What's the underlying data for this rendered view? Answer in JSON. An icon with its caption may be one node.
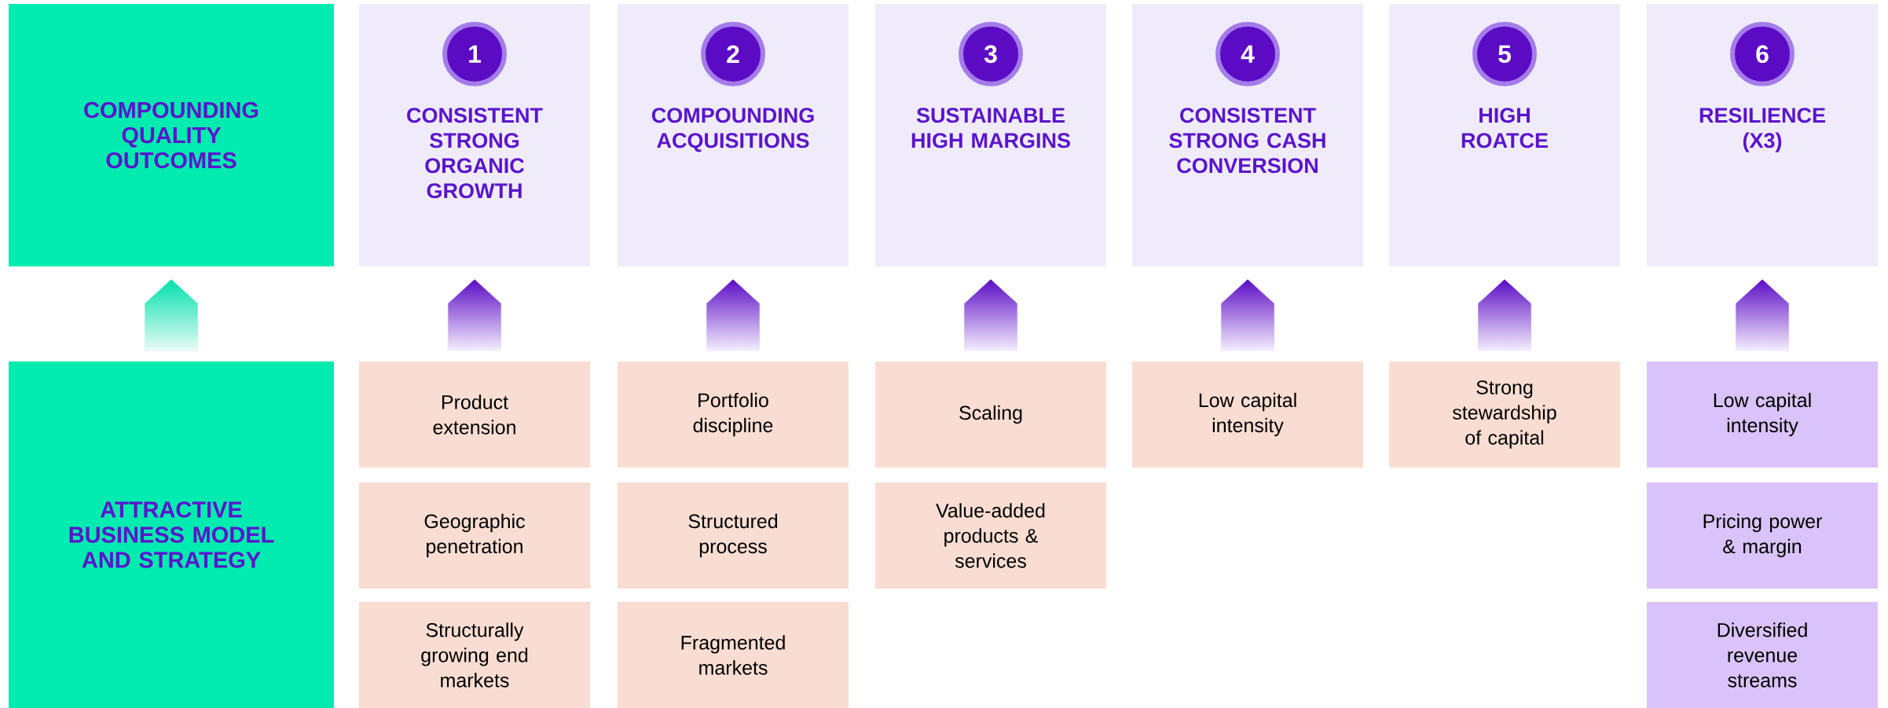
{
  "diagram": {
    "nodes": [
      {
        "text": [
          "COMPOUNDING QUALITY OUTCOMES"
        ]
      },
      {
        "text": [
          "CONSISTENT STRONG ORGANIC GROWTH"
        ]
      },
      {
        "text": [
          "1"
        ],
        "in": 1
      },
      {
        "text": [
          "COMPOUNDING ACQUISITIONS"
        ]
      },
      {
        "text": [
          "2"
        ],
        "in": 3
      },
      {
        "text": [
          "SUSTAINABLE HIGH MARGINS"
        ]
      },
      {
        "text": [
          "3"
        ],
        "in": 5
      },
      {
        "text": [
          "CONSISTENT STRONG CASH CONVERSION"
        ]
      },
      {
        "text": [
          "4"
        ],
        "in": 7
      },
      {
        "text": [
          "HIGH ROATCE"
        ]
      },
      {
        "text": [
          "5"
        ],
        "in": 9
      },
      {
        "text": [
          "RESILIENCE (X3)"
        ]
      },
      {
        "text": [
          "6"
        ],
        "in": 11
      },
      {
        "text": [
          "ATTRACTIVE BUSINESS MODEL AND STRATEGY"
        ]
      },
      {
        "text": [
          "Product extension"
        ]
      },
      {
        "text": [
          "Portfolio discipline"
        ]
      },
      {
        "text": [
          "Scaling"
        ]
      },
      {
        "text": [
          "Low capital intensity"
        ]
      },
      {
        "text": [
          "Strong stewardship of capital"
        ]
      },
      {
        "text": [
          "Low capital intensity"
        ]
      },
      {
        "text": [
          "Geographic penetration"
        ]
      },
      {
        "text": [
          "Structured process"
        ]
      },
      {
        "text": [
          "Value-added products & services"
        ]
      },
      {
        "text": [
          "Pricing power & margin"
        ]
      },
      {
        "text": [
          "Structurally growing end markets"
        ]
      },
      {
        "text": [
          "Fragmented markets"
        ]
      },
      {
        "text": [
          "Diversified revenue streams"
        ]
      }
    ],
    "edges": [
      {
        "from": 13,
        "to": 0,
        "arrow": "to",
        "color": "#00e0ac"
      },
      {
        "from": 14,
        "to": 1,
        "arrow": "to"
      },
      {
        "from": 15,
        "to": 3,
        "arrow": "to"
      },
      {
        "from": 16,
        "to": 5,
        "arrow": "to"
      },
      {
        "from": 17,
        "to": 7,
        "arrow": "to"
      },
      {
        "from": 18,
        "to": 9,
        "arrow": "to"
      },
      {
        "from": 19,
        "to": 11,
        "arrow": "to"
      }
    ]
  }
}
